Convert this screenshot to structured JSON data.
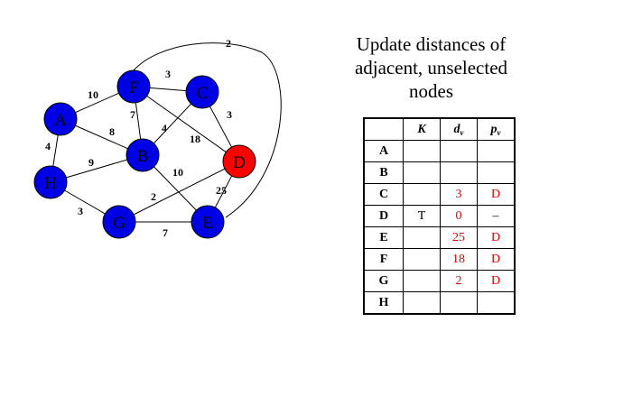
{
  "title_lines": [
    "Update distances of",
    "adjacent, unselected",
    "nodes"
  ],
  "graph": {
    "nodes": [
      {
        "id": "A",
        "label": "A",
        "color": "#0000e6"
      },
      {
        "id": "F",
        "label": "F",
        "color": "#0000e6"
      },
      {
        "id": "C",
        "label": "C",
        "color": "#0000e6"
      },
      {
        "id": "B",
        "label": "B",
        "color": "#0000e6"
      },
      {
        "id": "D",
        "label": "D",
        "color": "#ff0000"
      },
      {
        "id": "H",
        "label": "H",
        "color": "#0000e6"
      },
      {
        "id": "G",
        "label": "G",
        "color": "#0000e6"
      },
      {
        "id": "E",
        "label": "E",
        "color": "#0000e6"
      }
    ],
    "edges": [
      {
        "from": "A",
        "to": "F",
        "weight": "10"
      },
      {
        "from": "F",
        "to": "C",
        "weight": "3"
      },
      {
        "from": "F",
        "to": "E",
        "weight": "2"
      },
      {
        "from": "F",
        "to": "B",
        "weight": "7"
      },
      {
        "from": "F",
        "to": "D",
        "weight": "18"
      },
      {
        "from": "A",
        "to": "B",
        "weight": "8"
      },
      {
        "from": "C",
        "to": "B",
        "weight": "4"
      },
      {
        "from": "C",
        "to": "D",
        "weight": "3"
      },
      {
        "from": "A",
        "to": "H",
        "weight": "4"
      },
      {
        "from": "H",
        "to": "B",
        "weight": "9"
      },
      {
        "from": "B",
        "to": "E",
        "weight": "10"
      },
      {
        "from": "G",
        "to": "D",
        "weight": "2"
      },
      {
        "from": "E",
        "to": "D",
        "weight": "25"
      },
      {
        "from": "H",
        "to": "G",
        "weight": "3"
      },
      {
        "from": "G",
        "to": "E",
        "weight": "7"
      }
    ]
  },
  "table": {
    "headers": [
      "",
      "K",
      "d",
      "p"
    ],
    "header_subscripts": [
      "",
      "",
      "v",
      "v"
    ],
    "rows": [
      {
        "node": "A",
        "K": "",
        "d": "",
        "p": ""
      },
      {
        "node": "B",
        "K": "",
        "d": "",
        "p": ""
      },
      {
        "node": "C",
        "K": "",
        "d": "3",
        "p": "D"
      },
      {
        "node": "D",
        "K": "T",
        "d": "0",
        "p": "–"
      },
      {
        "node": "E",
        "K": "",
        "d": "25",
        "p": "D"
      },
      {
        "node": "F",
        "K": "",
        "d": "18",
        "p": "D"
      },
      {
        "node": "G",
        "K": "",
        "d": "2",
        "p": "D"
      },
      {
        "node": "H",
        "K": "",
        "d": "",
        "p": ""
      }
    ]
  },
  "colors": {
    "updated_value": "#e00000",
    "node_selected": "#ff0000",
    "node_default": "#0000e6"
  }
}
